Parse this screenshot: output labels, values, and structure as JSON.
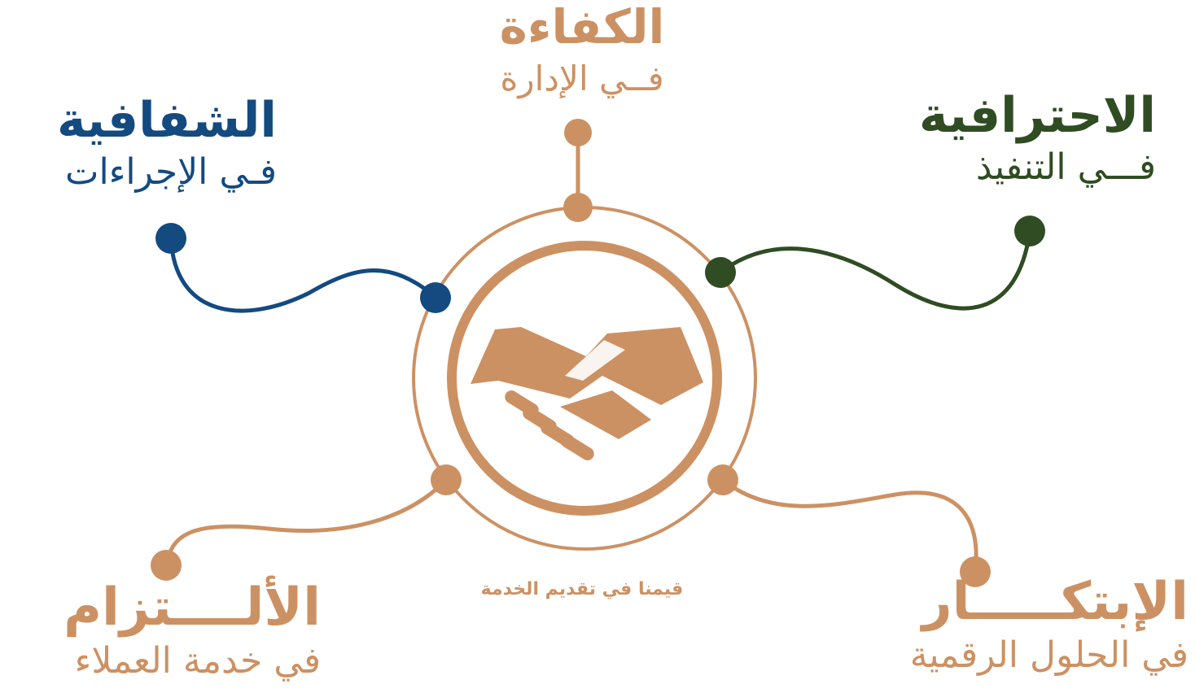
{
  "colors": {
    "copper": "#cc9163",
    "navy": "#134a80",
    "green": "#2f4c23",
    "background": "#ffffff"
  },
  "center": {
    "icon": "handshake-icon",
    "tagline": "قيمنا في تقديم الخدمة"
  },
  "values": [
    {
      "id": "efficiency",
      "title": "الكفاءة",
      "subtitle": "فــي الإدارة",
      "color": "copper"
    },
    {
      "id": "transparency",
      "title": "الشفافية",
      "subtitle": "فـي الإجراءات",
      "color": "navy"
    },
    {
      "id": "professionalism",
      "title": "الاحترافية",
      "subtitle": "فـــي التنفيذ",
      "color": "green"
    },
    {
      "id": "commitment",
      "title": "الألــــتزام",
      "subtitle": "في خدمة العملاء",
      "color": "copper"
    },
    {
      "id": "innovation",
      "title": "الإبتكـــــار",
      "subtitle": "في الحلول الرقمية",
      "color": "copper"
    }
  ]
}
